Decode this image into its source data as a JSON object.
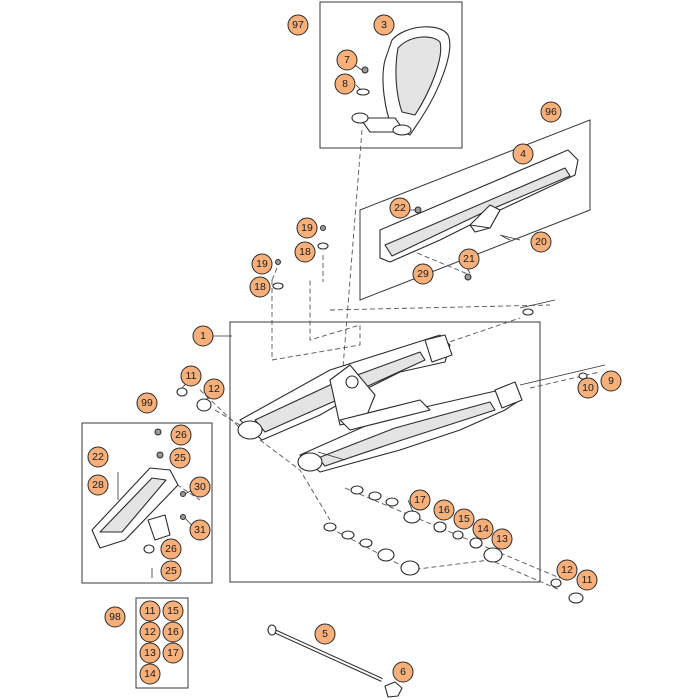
{
  "diagram": {
    "groups": [
      {
        "id": "97",
        "label": "97"
      },
      {
        "id": "96",
        "label": "96"
      },
      {
        "id": "99",
        "label": "99"
      },
      {
        "id": "98",
        "label": "98"
      },
      {
        "id": "1",
        "label": "1"
      }
    ],
    "callouts": {
      "c97": "97",
      "c3": "3",
      "c7": "7",
      "c8": "8",
      "c96": "96",
      "c4": "4",
      "c22a": "22",
      "c20": "20",
      "c21": "21",
      "c29": "29",
      "c19a": "19",
      "c18a": "18",
      "c19b": "19",
      "c18b": "18",
      "c1": "1",
      "c11a": "11",
      "c12a": "12",
      "c10": "10",
      "c9": "9",
      "c99": "99",
      "c26a": "26",
      "c22b": "22",
      "c25a": "25",
      "c28": "28",
      "c30": "30",
      "c31": "31",
      "c26b": "26",
      "c25b": "25",
      "c17": "17",
      "c16": "16",
      "c15": "15",
      "c14": "14",
      "c13": "13",
      "c12b": "12",
      "c11b": "11",
      "c98": "98",
      "k11": "11",
      "k15": "15",
      "k12": "12",
      "k16": "16",
      "k13": "13",
      "k17": "17",
      "k14": "14",
      "c5": "5",
      "c6": "6"
    },
    "colors": {
      "callout_fill": "#f7b07a",
      "line": "#2b2b2b"
    }
  }
}
